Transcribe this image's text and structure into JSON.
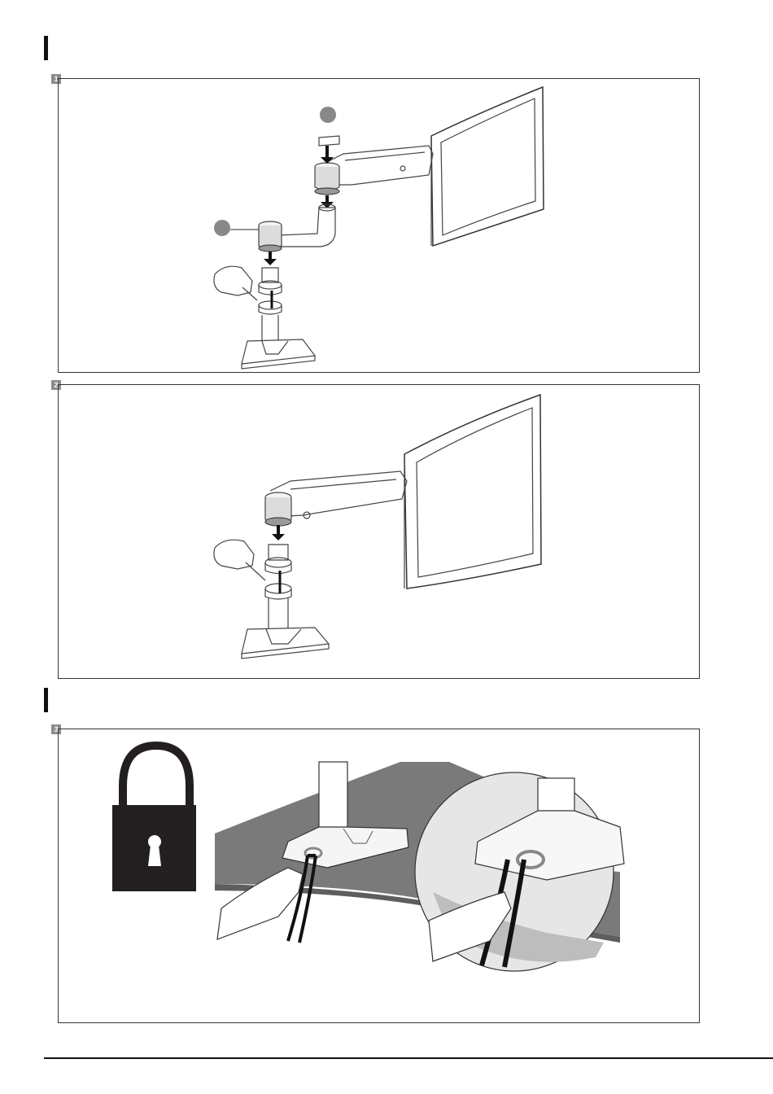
{
  "steps": [
    {
      "number": "1"
    },
    {
      "number": "2"
    },
    {
      "number": "3"
    }
  ],
  "colors": {
    "rule": "#111111",
    "badge": "#8c8c8c",
    "panel_border": "#333333",
    "line_art": "#444444",
    "callout": "#888888",
    "desk": "#7a7a7a",
    "lock": "#231f20"
  },
  "icons": [
    "lock-icon",
    "keyhole-icon",
    "arrow-down-icon",
    "arrow-updown-icon"
  ]
}
